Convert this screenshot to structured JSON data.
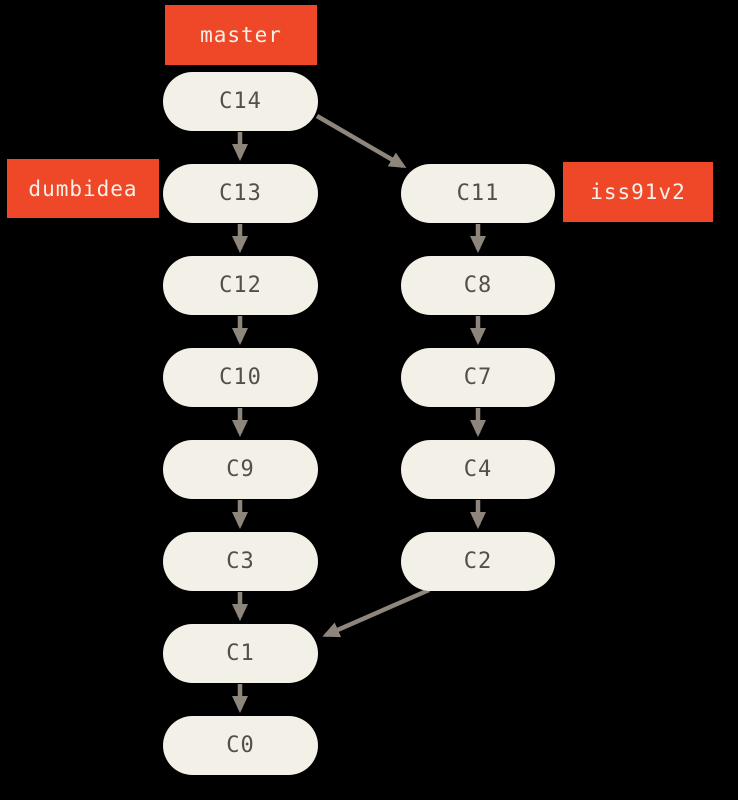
{
  "diagram": {
    "branches": [
      {
        "label": "master",
        "points_to": "C14"
      },
      {
        "label": "dumbidea",
        "points_to": "C13"
      },
      {
        "label": "iss91v2",
        "points_to": "C11"
      }
    ],
    "commits": [
      {
        "label": "C14"
      },
      {
        "label": "C13"
      },
      {
        "label": "C12"
      },
      {
        "label": "C10"
      },
      {
        "label": "C9"
      },
      {
        "label": "C3"
      },
      {
        "label": "C1"
      },
      {
        "label": "C0"
      },
      {
        "label": "C11"
      },
      {
        "label": "C8"
      },
      {
        "label": "C7"
      },
      {
        "label": "C4"
      },
      {
        "label": "C2"
      }
    ],
    "edges": [
      {
        "from": "C14",
        "to": "C13"
      },
      {
        "from": "C13",
        "to": "C12"
      },
      {
        "from": "C12",
        "to": "C10"
      },
      {
        "from": "C10",
        "to": "C9"
      },
      {
        "from": "C9",
        "to": "C3"
      },
      {
        "from": "C3",
        "to": "C1"
      },
      {
        "from": "C1",
        "to": "C0"
      },
      {
        "from": "C14",
        "to": "C11"
      },
      {
        "from": "C11",
        "to": "C8"
      },
      {
        "from": "C8",
        "to": "C7"
      },
      {
        "from": "C7",
        "to": "C4"
      },
      {
        "from": "C4",
        "to": "C2"
      },
      {
        "from": "C2",
        "to": "C1"
      }
    ]
  },
  "colors": {
    "background": "#000000",
    "branch_label_bg": "#ee4829",
    "branch_label_text": "#f5f1e9",
    "commit_node_bg": "#f2f0e7",
    "commit_node_text": "#544f47",
    "arrow": "#8e867c"
  }
}
